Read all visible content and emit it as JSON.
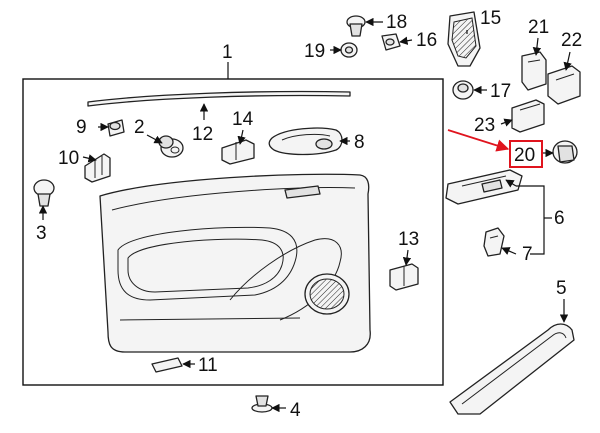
{
  "callouts": {
    "c1": "1",
    "c2": "2",
    "c3": "3",
    "c4": "4",
    "c5": "5",
    "c6": "6",
    "c7": "7",
    "c8": "8",
    "c9": "9",
    "c10": "10",
    "c11": "11",
    "c12": "12",
    "c13": "13",
    "c14": "14",
    "c15": "15",
    "c16": "16",
    "c17": "17",
    "c18": "18",
    "c19": "19",
    "c20": "20",
    "c21": "21",
    "c22": "22",
    "c23": "23"
  },
  "highlight": {
    "callout": "20",
    "color": "#e0141e"
  }
}
